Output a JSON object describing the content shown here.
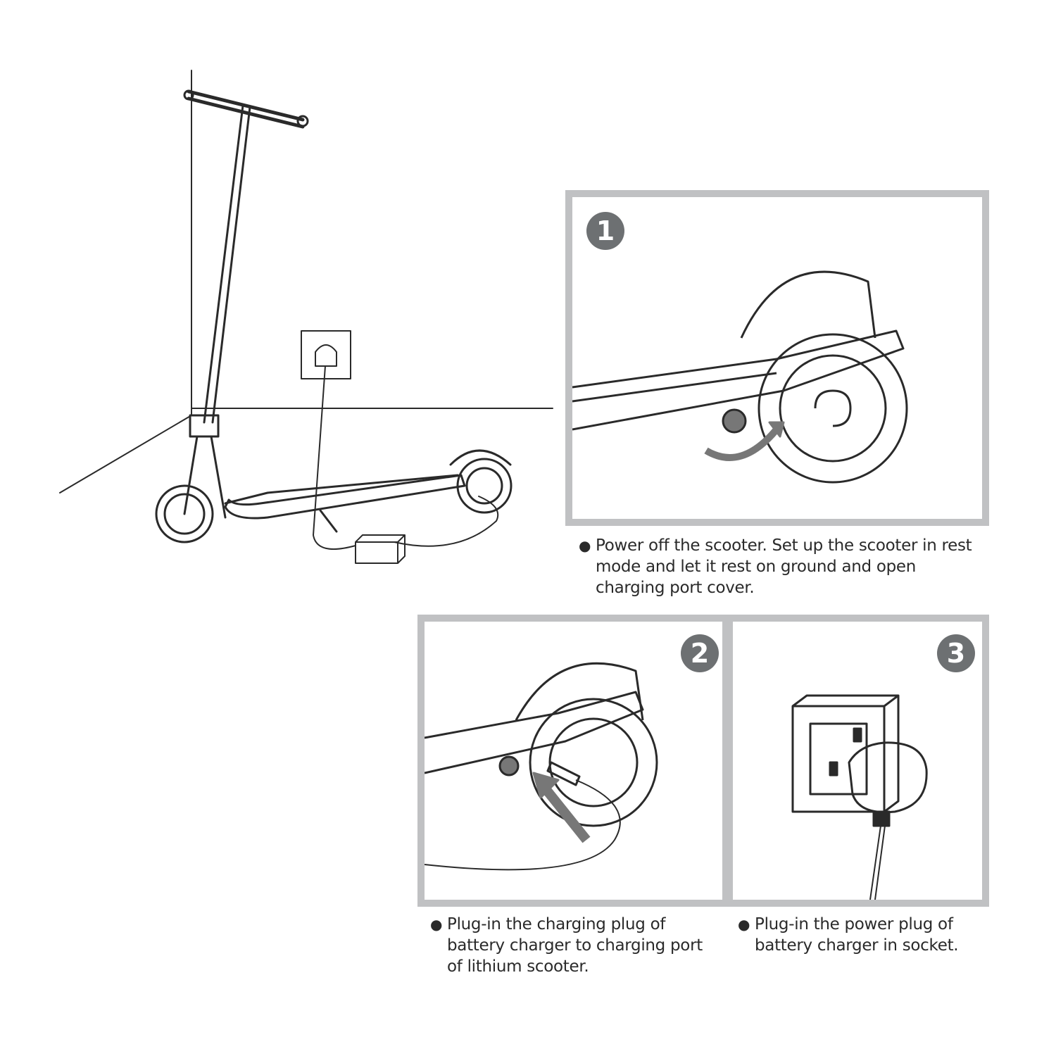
{
  "steps": [
    {
      "number": "1",
      "caption_lines": [
        "Power off the scooter. Set up the scooter in rest",
        "mode and let it rest on ground and open",
        "charging port cover."
      ]
    },
    {
      "number": "2",
      "caption_lines": [
        "Plug-in the charging plug of",
        "battery charger to charging port",
        "of lithium scooter."
      ]
    },
    {
      "number": "3",
      "caption_lines": [
        "Plug-in the power plug of",
        "battery charger in socket."
      ]
    }
  ],
  "colors": {
    "frame": "#c0c1c3",
    "badge": "#6d7072",
    "line": "#2a2a2a"
  }
}
